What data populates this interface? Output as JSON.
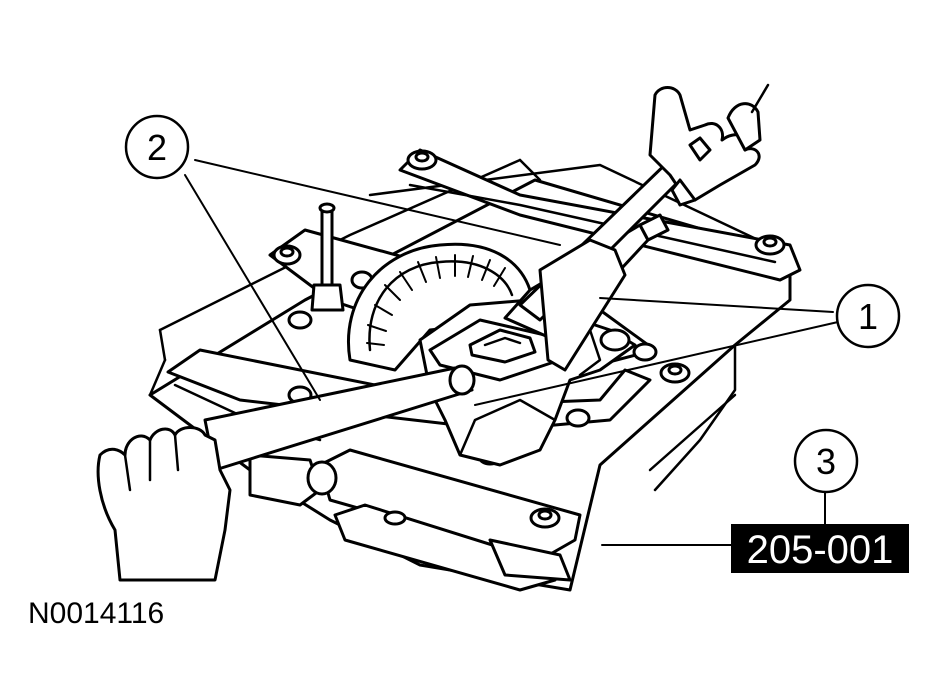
{
  "callouts": [
    {
      "label": "1",
      "meaning": ""
    },
    {
      "label": "2",
      "meaning": ""
    },
    {
      "label": "3",
      "meaning": ""
    }
  ],
  "tool_number": "205-001",
  "figure_code": "N0014116",
  "colors": {
    "ink": "#000000",
    "paper": "#ffffff"
  }
}
